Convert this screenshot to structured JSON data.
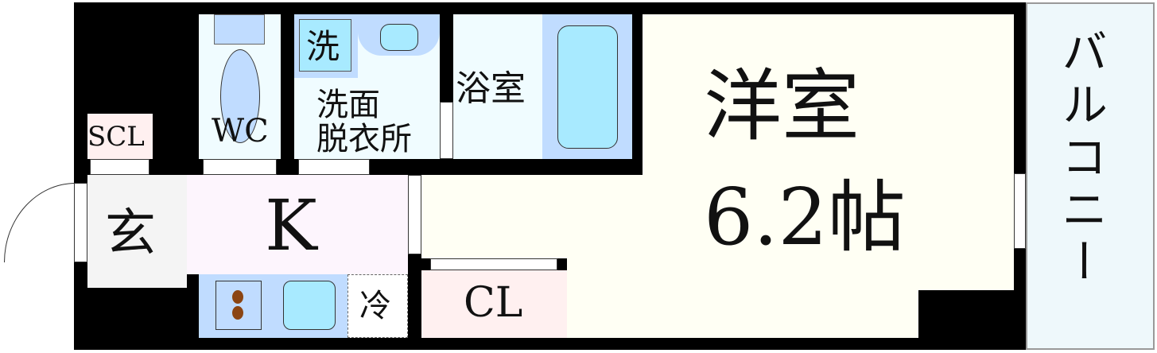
{
  "rooms": {
    "western": {
      "name": "洋室",
      "size": "6.2帖"
    },
    "balcony": "バルコニー",
    "kitchen": "K",
    "entrance": "玄",
    "shoe_closet": "SCL",
    "toilet": "WC",
    "washroom": {
      "line1": "洗面",
      "line2": "脱衣所"
    },
    "washer": "洗",
    "bathroom": "浴室",
    "fridge": "冷",
    "closet": "CL"
  },
  "colors": {
    "wall": "#000000",
    "western": "#fffff4",
    "wet": "#f0fcff",
    "fixture": "#c0dcff",
    "closet": "#fff0f0",
    "kitchen": "#fdf5fd",
    "entrance": "#f4f4f4"
  }
}
